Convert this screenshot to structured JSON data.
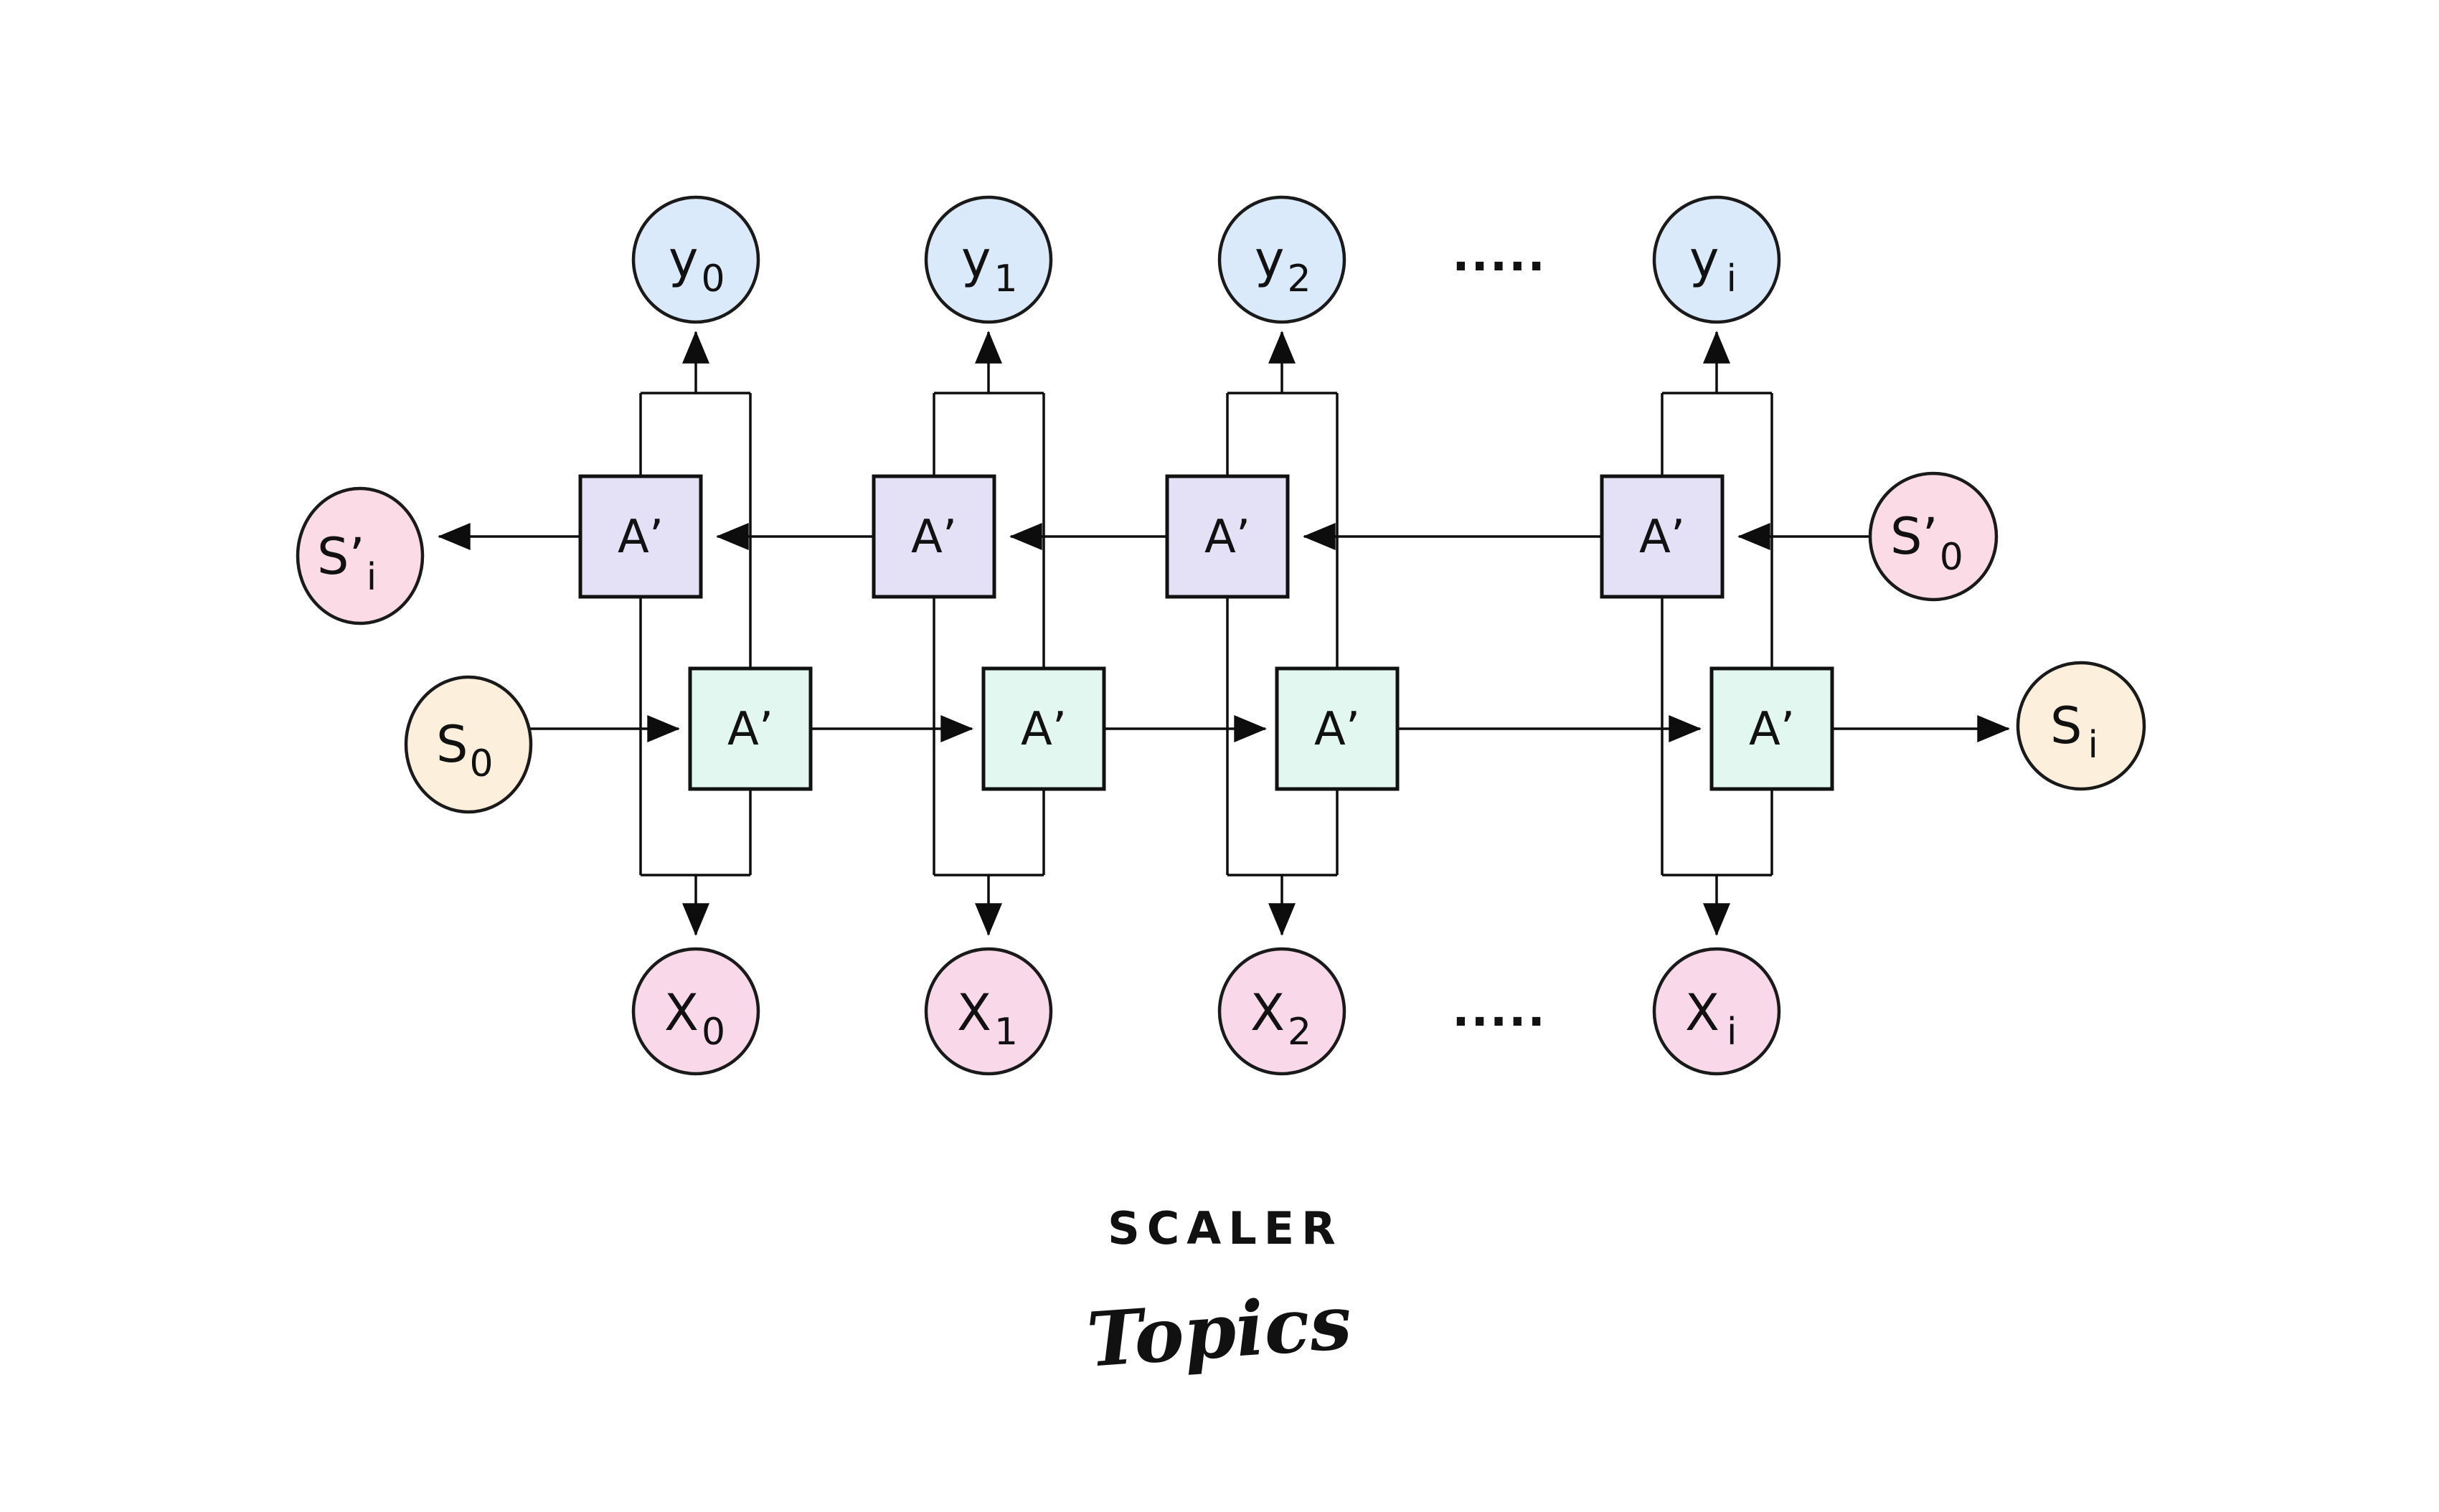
{
  "diagram": {
    "type": "bidirectional-rnn-unrolled",
    "outputs": [
      {
        "base": "y",
        "sub": "0"
      },
      {
        "base": "y",
        "sub": "1"
      },
      {
        "base": "y",
        "sub": "2"
      },
      {
        "base": "y",
        "sub": "i"
      }
    ],
    "inputs": [
      {
        "base": "X",
        "sub": "0"
      },
      {
        "base": "X",
        "sub": "1"
      },
      {
        "base": "X",
        "sub": "2"
      },
      {
        "base": "X",
        "sub": "i"
      }
    ],
    "cells": {
      "backward_label": "A’",
      "forward_label": "A’"
    },
    "states": {
      "backward_output": {
        "base": "S’",
        "sub": "i"
      },
      "forward_input": {
        "base": "S",
        "sub": "0"
      },
      "backward_input": {
        "base": "S’",
        "sub": "0"
      },
      "forward_output": {
        "base": "S",
        "sub": "i"
      }
    },
    "ellipsis": ".....",
    "colors": {
      "output_fill": "#dbeafa",
      "input_fill": "#f9d9e9",
      "backward_state_fill": "#fbdbe5",
      "forward_state_fill": "#fcf0dc",
      "backward_cell_fill": "#e4e1f7",
      "forward_cell_fill": "#e2f7ef",
      "line": "#0d0d0d"
    }
  },
  "logo": {
    "brand": "SCALER",
    "wordmark": "Topics",
    "brand_color": "#1e2c3c",
    "wordmark_color": "#e5307c"
  }
}
